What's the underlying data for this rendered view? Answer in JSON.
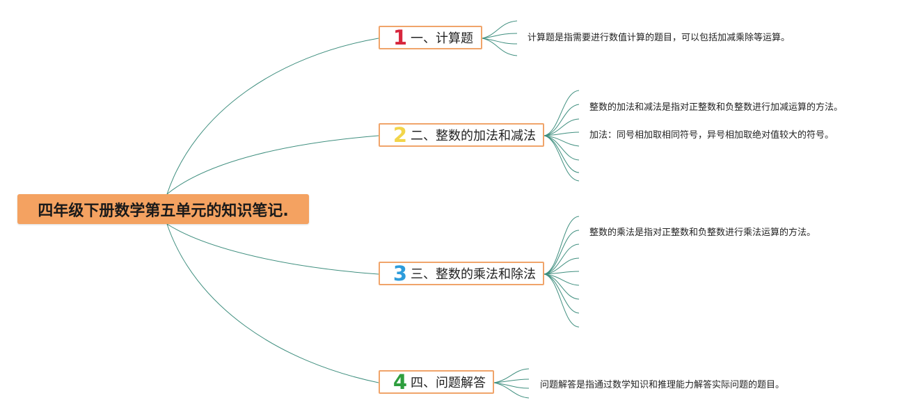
{
  "root": {
    "title": "四年级下册数学第五单元的知识笔记."
  },
  "branches": [
    {
      "number": "1",
      "label": "一、计算题",
      "color": "#D7263D",
      "notes": [
        "计算题是指需要进行数值计算的题目，可以包括加减乘除等运算。"
      ]
    },
    {
      "number": "2",
      "label": "二、整数的加法和减法",
      "color": "#F2D54A",
      "notes": [
        "整数的加法和减法是指对正整数和负整数进行加减运算的方法。",
        "加法：同号相加取相同符号，异号相加取绝对值较大的符号。"
      ]
    },
    {
      "number": "3",
      "label": "三、整数的乘法和除法",
      "color": "#2D9CDB",
      "notes": [
        "整数的乘法是指对正整数和负整数进行乘法运算的方法。"
      ]
    },
    {
      "number": "4",
      "label": "四、问题解答",
      "color": "#2E9E3E",
      "notes": [
        "问题解答是指通过数学知识和推理能力解答实际问题的题目。"
      ]
    }
  ],
  "colors": {
    "line": "#3E8E7E",
    "root_fill": "#F4A261",
    "branch_border": "#F0A46A"
  }
}
